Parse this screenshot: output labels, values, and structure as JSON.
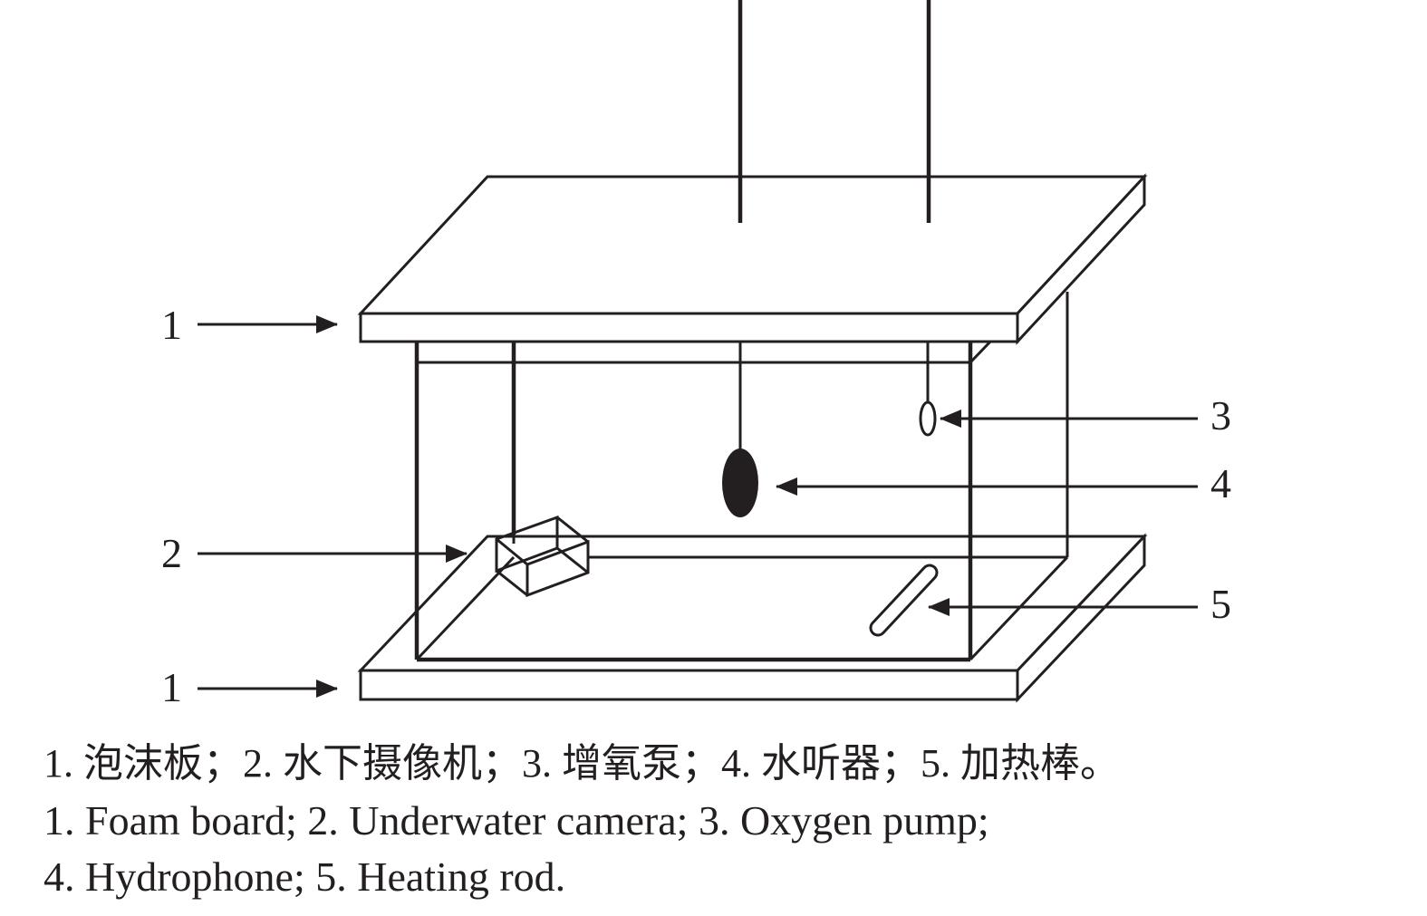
{
  "callouts": {
    "foam_board_top": "1",
    "camera": "2",
    "oxygen_pump": "3",
    "hydrophone": "4",
    "heating_rod": "5",
    "foam_board_bottom": "1"
  },
  "caption": {
    "chinese": "1. 泡沫板；2. 水下摄像机；3. 增氧泵；4. 水听器；5. 加热棒。",
    "english_line1": "1. Foam board; 2. Underwater camera; 3. Oxygen pump;",
    "english_line2": "4. Hydrophone; 5. Heating rod."
  },
  "colors": {
    "ink": "#231f20",
    "background": "#ffffff"
  }
}
